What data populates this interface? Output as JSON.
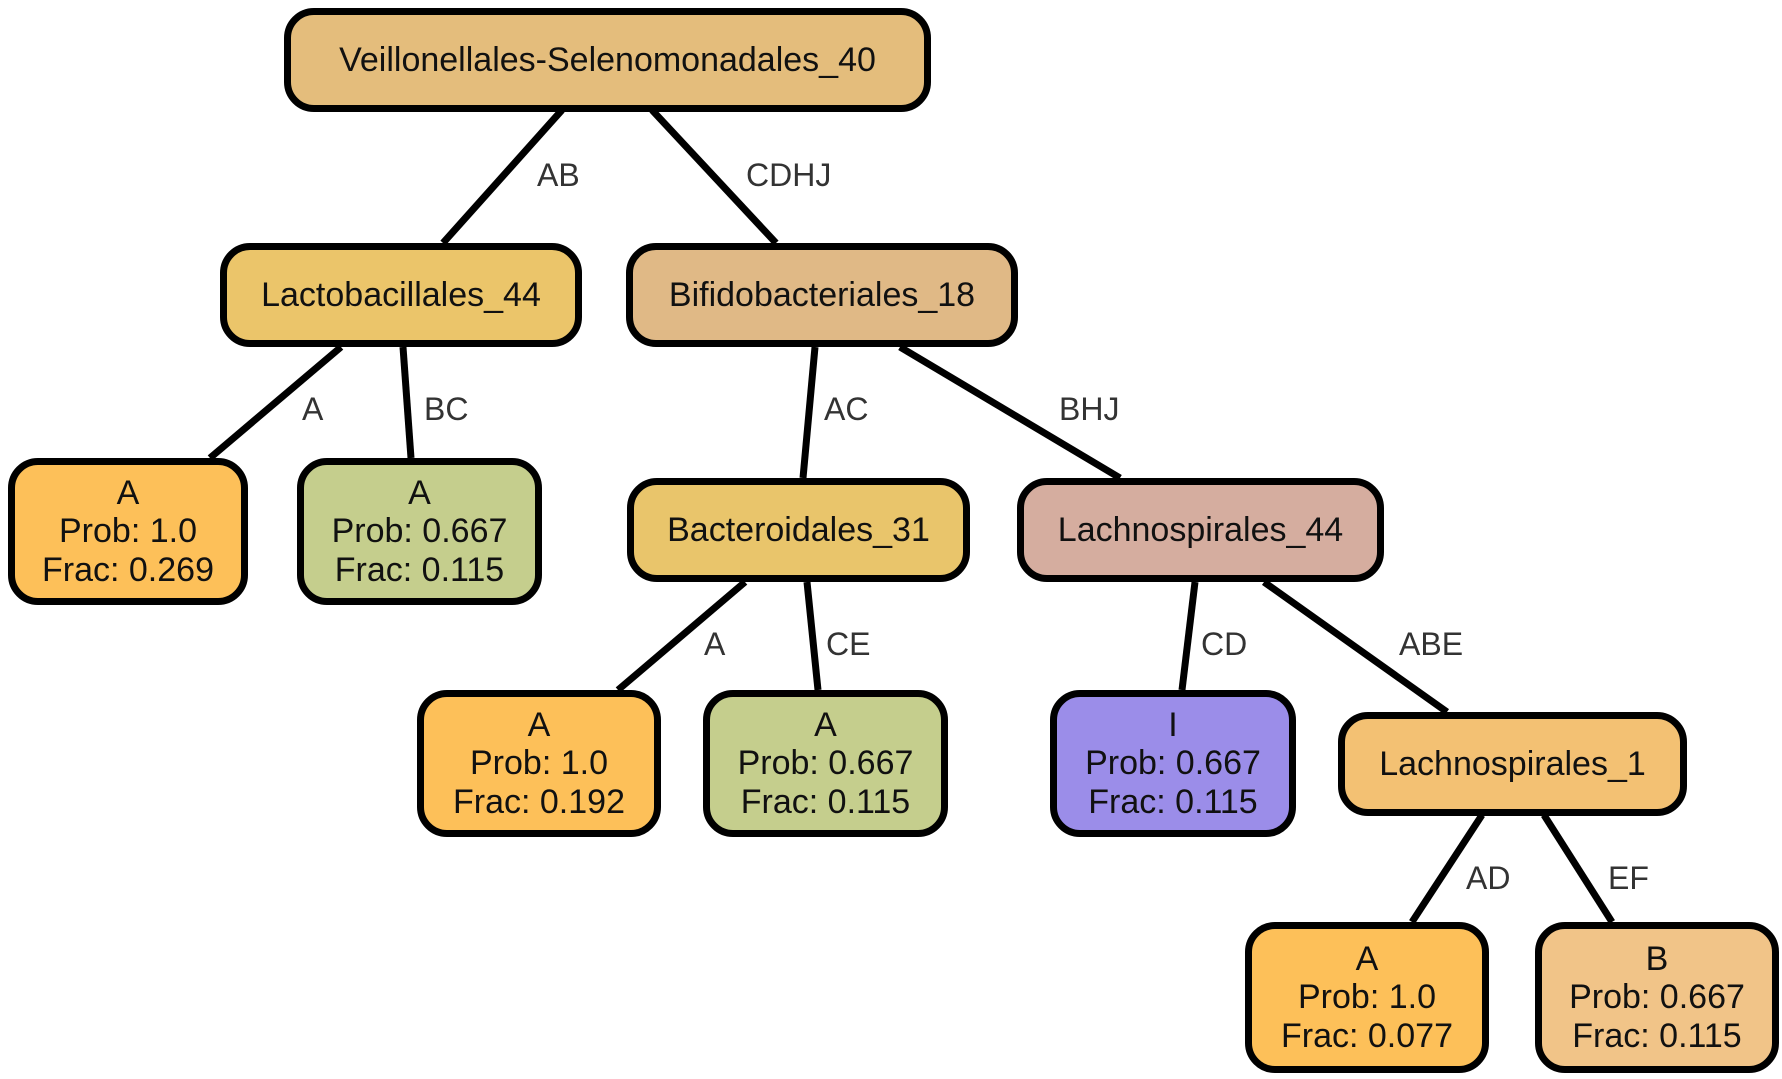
{
  "colors": {
    "root": "#e4bd7c",
    "lacto": "#ebc56a",
    "bifido": "#e0b986",
    "bactero": "#e9c56b",
    "lachno44": "#d5ad9f",
    "lachno1": "#f3c173",
    "leaf_A": "#fdc059",
    "leaf_A_partial": "#c5ce8d",
    "leaf_I": "#9b8de9",
    "leaf_B": "#f1c488"
  },
  "nodes": {
    "root": {
      "label": "Veillonellales-Selenomonadales_40"
    },
    "lacto": {
      "label": "Lactobacillales_44"
    },
    "bifido": {
      "label": "Bifidobacteriales_18"
    },
    "bactero": {
      "label": "Bacteroidales_31"
    },
    "lachno44": {
      "label": "Lachnospirales_44"
    },
    "lachno1": {
      "label": "Lachnospirales_1"
    },
    "leaf1": {
      "cls": "A",
      "prob": "Prob: 1.0",
      "frac": "Frac: 0.269"
    },
    "leaf2": {
      "cls": "A",
      "prob": "Prob: 0.667",
      "frac": "Frac: 0.115"
    },
    "leaf3": {
      "cls": "A",
      "prob": "Prob: 1.0",
      "frac": "Frac: 0.192"
    },
    "leaf4": {
      "cls": "A",
      "prob": "Prob: 0.667",
      "frac": "Frac: 0.115"
    },
    "leaf5": {
      "cls": "I",
      "prob": "Prob: 0.667",
      "frac": "Frac: 0.115"
    },
    "leaf6": {
      "cls": "A",
      "prob": "Prob: 1.0",
      "frac": "Frac: 0.077"
    },
    "leaf7": {
      "cls": "B",
      "prob": "Prob: 0.667",
      "frac": "Frac: 0.115"
    }
  },
  "edges": {
    "root_lacto": "AB",
    "root_bifido": "CDHJ",
    "lacto_leaf1": "A",
    "lacto_leaf2": "BC",
    "bifido_bactero": "AC",
    "bifido_lachno44": "BHJ",
    "bactero_leaf3": "A",
    "bactero_leaf4": "CE",
    "lachno44_leaf5": "CD",
    "lachno44_lachno1": "ABE",
    "lachno1_leaf6": "AD",
    "lachno1_leaf7": "EF"
  }
}
